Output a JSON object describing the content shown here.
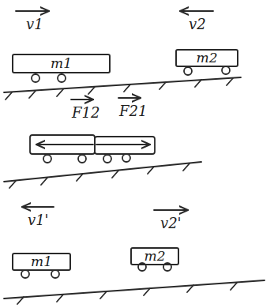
{
  "diagram": {
    "nodes": [
      {
        "text": [
          "m1"
        ]
      },
      {
        "text": [
          "m2"
        ]
      },
      {
        "text": [
          "m1"
        ]
      },
      {
        "text": [
          "m2"
        ]
      }
    ],
    "labels": [
      "v1",
      "v2",
      "F12",
      "F21",
      "v1'",
      "v2'"
    ]
  }
}
